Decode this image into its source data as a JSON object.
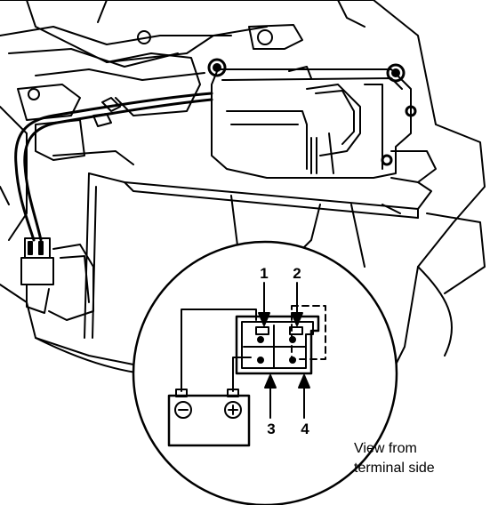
{
  "diagram": {
    "terminal_labels": [
      "1",
      "2",
      "3",
      "4"
    ],
    "caption": {
      "line1": "View from",
      "line2": "terminal side"
    },
    "battery": {
      "negative_symbol": "−",
      "positive_symbol": "+"
    },
    "colors": {
      "line": "#000000",
      "background": "#ffffff"
    }
  }
}
